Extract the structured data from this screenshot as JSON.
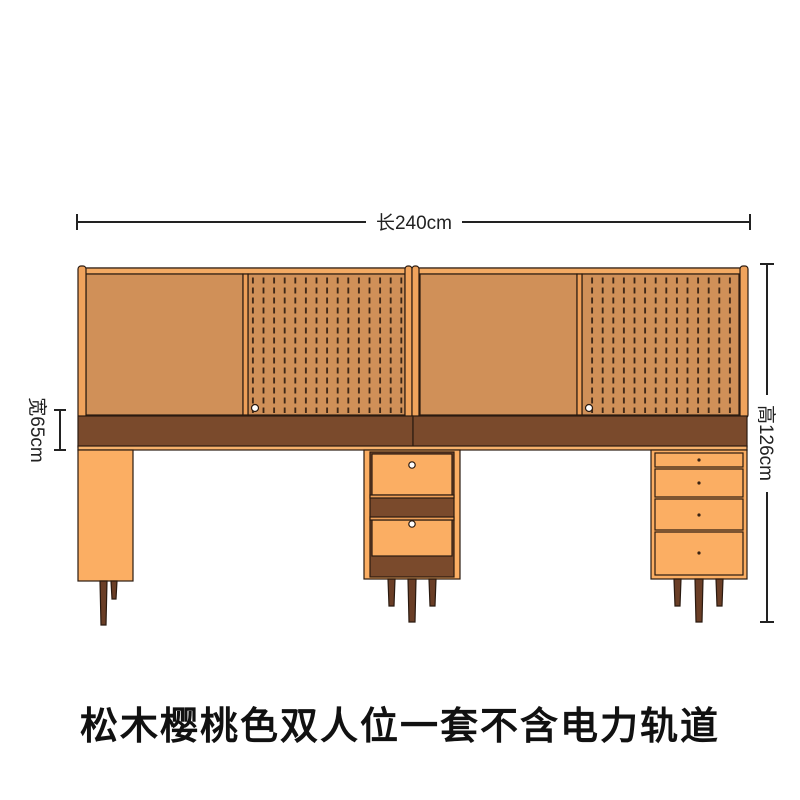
{
  "dimensions": {
    "length_label": "长240cm",
    "height_label": "高126cm",
    "depth_label": "宽65cm"
  },
  "caption": "松木樱桃色双人位一套不含电力轨道",
  "colors": {
    "wood_light": "#FBAE63",
    "wood_panel": "#D09058",
    "wood_frame": "#EE9F58",
    "desktop": "#7A4A2C",
    "legs": "#6A3E26",
    "outline": "#2A1A10",
    "background": "#FFFFFF"
  }
}
